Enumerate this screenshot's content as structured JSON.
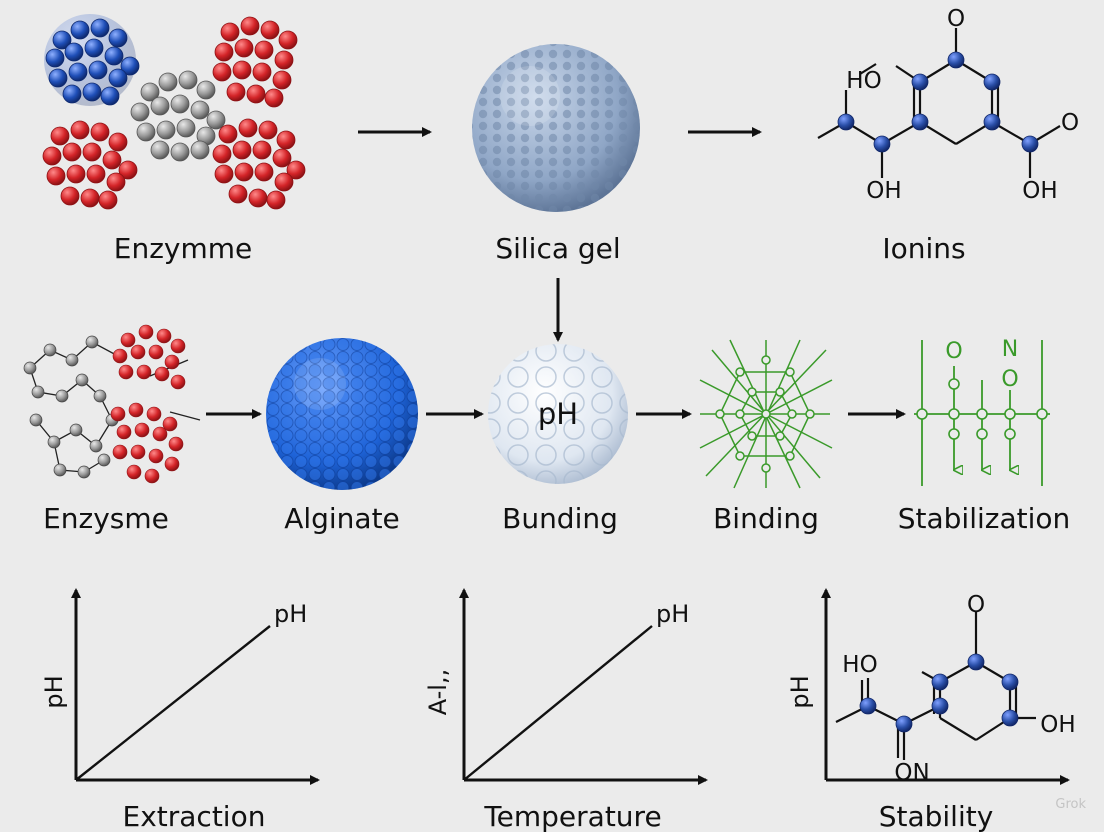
{
  "row1": {
    "labels": [
      "Enzymme",
      "Silica gel",
      "Ionins"
    ],
    "molecule_atoms": [
      "HO",
      "O",
      "O",
      "OH",
      "OH"
    ]
  },
  "row2": {
    "labels": [
      "Enzysme",
      "Alginate",
      "Bunding",
      "Binding",
      "Stabilization"
    ],
    "sphere_text": "pH",
    "chain_atoms": [
      "O",
      "N",
      "O"
    ]
  },
  "row3": {
    "charts": [
      {
        "ylabel": "pH",
        "line_label": "pH",
        "xlabel": "Extraction"
      },
      {
        "ylabel": "A-l,,",
        "line_label": "pH",
        "xlabel": "Temperature"
      },
      {
        "ylabel": "pH",
        "xlabel": "Stability"
      }
    ],
    "molecule_atoms": [
      "HO",
      "O",
      "OH",
      "ON"
    ]
  },
  "watermark": "Grok",
  "colors": {
    "background": "#ebebeb",
    "enzyme_red": "#d42428",
    "enzyme_blue": "#1f4fb8",
    "linker_gray": "#9a9a9a",
    "silica": "#8fa6c6",
    "alginate": "#1e63d8",
    "bead": "#dfe7f1",
    "network_green": "#3a9a2a",
    "atom_blue": "#2a4fa8"
  }
}
